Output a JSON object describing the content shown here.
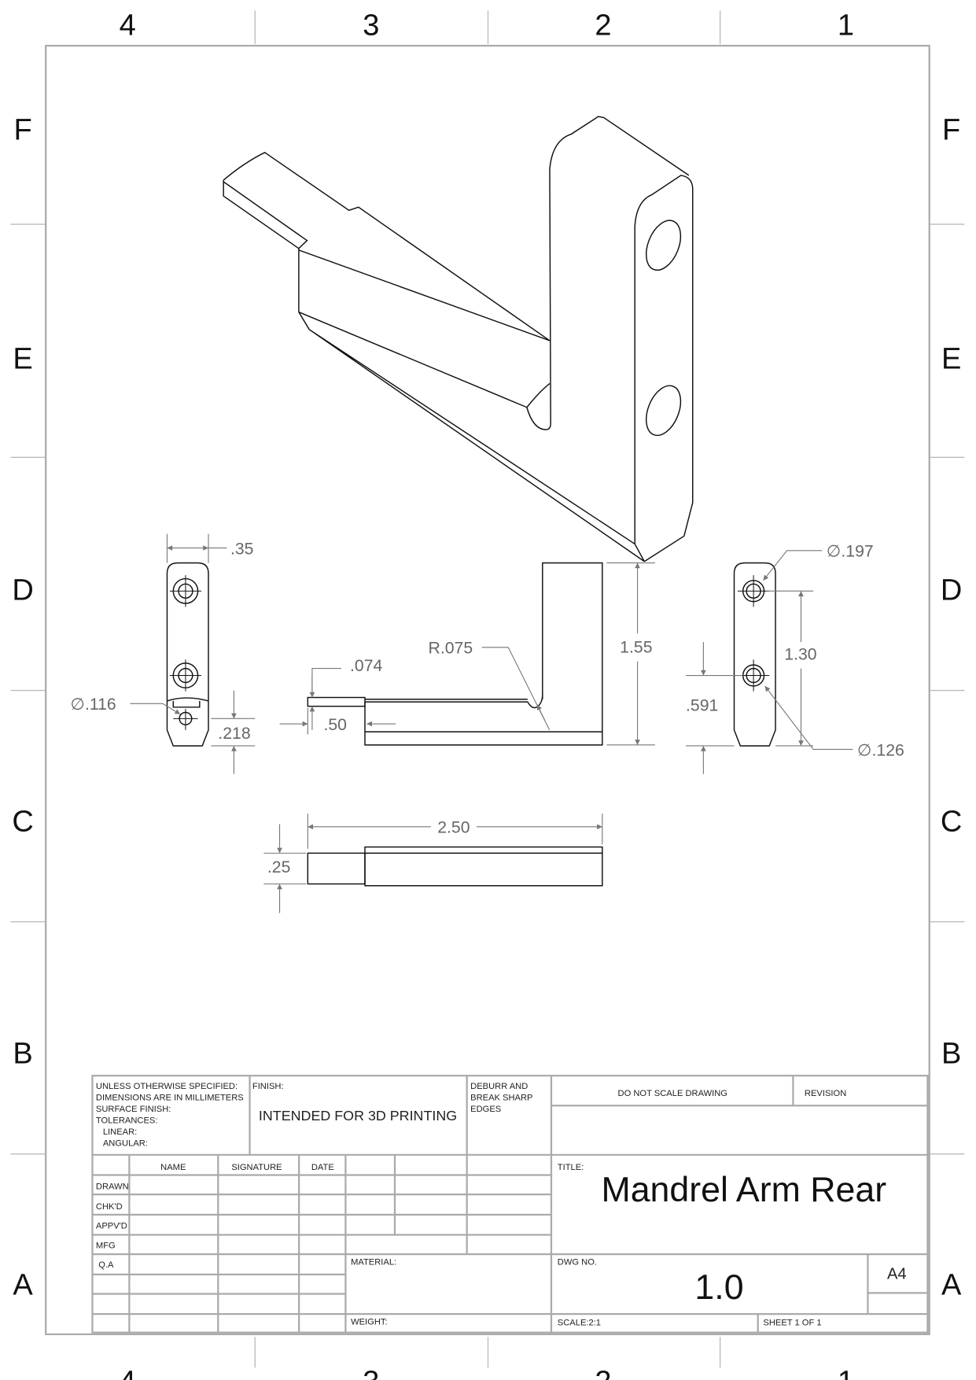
{
  "zones": {
    "columns": [
      "4",
      "3",
      "2",
      "1"
    ],
    "rows": [
      "F",
      "E",
      "D",
      "C",
      "B",
      "A"
    ]
  },
  "dimensions": {
    "width_side": ".35",
    "hole_side": "∅.116",
    "offset_side": ".218",
    "tip_thickness": ".074",
    "tip_length": ".50",
    "fillet_radius": "R.075",
    "height": "1.55",
    "hole_large": "∅.197",
    "hole_spacing": "1.30",
    "hole_offset": ".591",
    "hole_small": "∅.126",
    "overall_length": "2.50",
    "top_thickness": ".25"
  },
  "title_block": {
    "notes": [
      "UNLESS OTHERWISE SPECIFIED:",
      "DIMENSIONS ARE IN MILLIMETERS",
      "SURFACE FINISH:",
      "TOLERANCES:",
      "LINEAR:",
      "ANGULAR:"
    ],
    "finish_label": "FINISH:",
    "finish_value": "INTENDED FOR 3D PRINTING",
    "deburr": [
      "DEBURR AND",
      "BREAK SHARP",
      "EDGES"
    ],
    "do_not_scale": "DO NOT SCALE DRAWING",
    "revision_label": "REVISION",
    "columns": [
      "NAME",
      "SIGNATURE",
      "DATE"
    ],
    "roles": [
      "DRAWN",
      "CHK'D",
      "APPV'D",
      "MFG",
      "Q.A"
    ],
    "material_label": "MATERIAL:",
    "weight_label": "WEIGHT:",
    "title_label": "TITLE:",
    "title": "Mandrel Arm Rear",
    "dwg_no_label": "DWG NO.",
    "dwg_no": "1.0",
    "size": "A4",
    "scale": "SCALE:2:1",
    "sheet": "SHEET 1 OF 1"
  }
}
